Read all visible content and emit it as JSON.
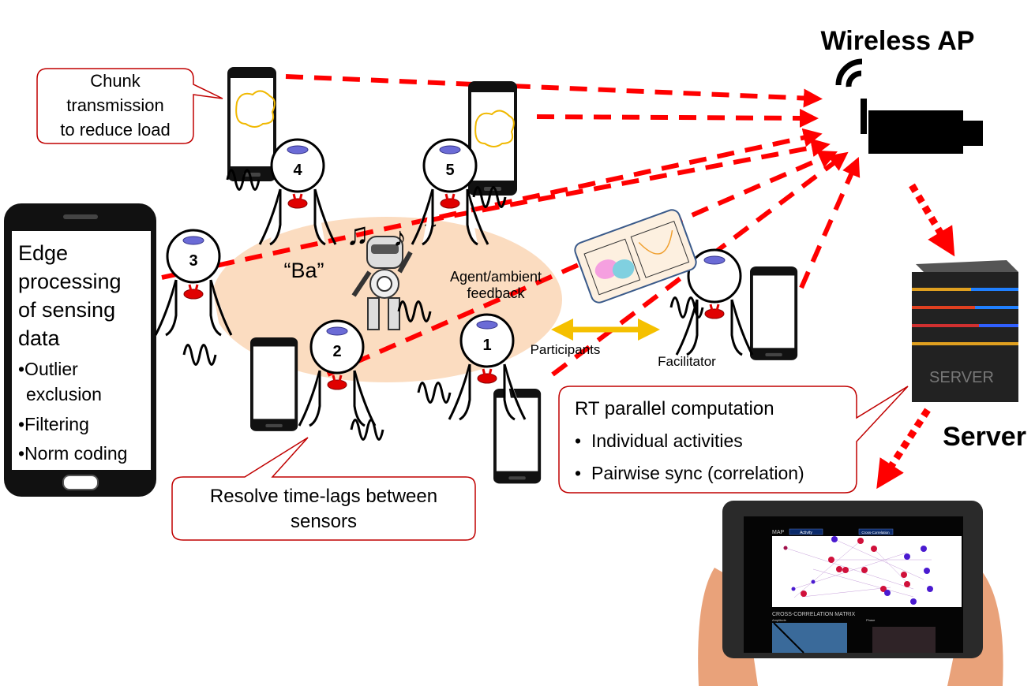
{
  "labels": {
    "wireless_ap": "Wireless AP",
    "server": "Server",
    "ba": "“Ba”",
    "agent_feedback_1": "Agent/ambient",
    "agent_feedback_2": "feedback",
    "participants": "Participants",
    "facilitator": "Facilitator",
    "server_case_text": "SERVER"
  },
  "callouts": {
    "chunk": [
      "Chunk",
      "transmission",
      "to reduce load"
    ],
    "timelag": [
      "Resolve time-lags between",
      "sensors"
    ],
    "rt": {
      "title": "RT parallel computation",
      "items": [
        "Individual activities",
        "Pairwise sync (correlation)"
      ]
    }
  },
  "edge_phone": {
    "lines": [
      "Edge",
      "processing",
      "of sensing",
      "data"
    ],
    "items": [
      "•Outlier",
      "exclusion",
      "•Filtering",
      "•Norm coding"
    ]
  },
  "participants": [
    "1",
    "2",
    "3",
    "4",
    "5"
  ],
  "tablet": {
    "map_label": "MAP",
    "activity_button": "Activity",
    "cross_correlation_button": "Cross-Correlation",
    "matrix_title": "CROSS-CORRELATION MATRIX",
    "amplitude_label": "Amplitude",
    "phase_label": "Phase"
  },
  "colors": {
    "link_red": "#ff0000",
    "ba_area": "#fbdcc0",
    "callout_border": "#c00000",
    "sync_arrow": "#f5c000",
    "sensor_red": "#e00000",
    "sensor_blue": "#6b6bd6"
  },
  "icons": [
    "wifi-icon",
    "access-point-icon",
    "server-icon",
    "tablet-icon",
    "smartphone-icon",
    "robot-icon",
    "music-note-icon",
    "thought-bubble-icon"
  ]
}
